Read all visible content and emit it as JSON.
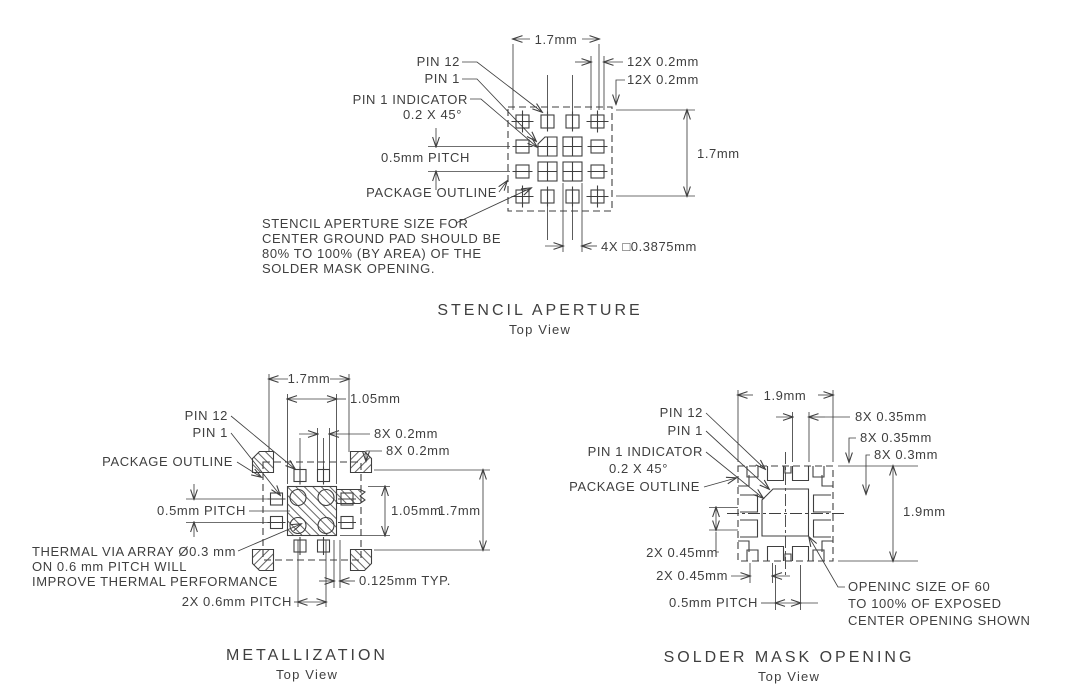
{
  "colors": {
    "ink": "#3f3f3f",
    "background": "#ffffff"
  },
  "stencil": {
    "title": "STENCIL APERTURE",
    "subtitle": "Top View",
    "dim_top_width": "1.7mm",
    "pin12": "PIN 12",
    "pin1": "PIN 1",
    "pin1_indicator": "PIN 1 INDICATOR",
    "pin1_indicator_angle": "0.2 X 45°",
    "dim_pad_width": "12X 0.2mm",
    "dim_pad_height": "12X 0.2mm",
    "dim_right_height": "1.7mm",
    "pitch": "0.5mm PITCH",
    "package_outline": "PACKAGE OUTLINE",
    "note1": "STENCIL APERTURE SIZE FOR",
    "note2": "CENTER GROUND PAD SHOULD BE",
    "note3": "80% TO 100% (BY AREA) OF THE",
    "note4": "SOLDER MASK OPENING.",
    "dim_center": "4X □0.3875mm"
  },
  "metallization": {
    "title": "METALLIZATION",
    "subtitle": "Top View",
    "dim_top_width": "1.7mm",
    "dim_top_inner": "1.05mm",
    "pin12": "PIN 12",
    "pin1": "PIN 1",
    "dim_pad_width": "8X 0.2mm",
    "dim_pad_height": "8X 0.2mm",
    "package_outline": "PACKAGE OUTLINE",
    "pitch": "0.5mm PITCH",
    "dim_center_height": "1.05mm",
    "dim_right_height": "1.7mm",
    "thermal1": "THERMAL VIA ARRAY Ø0.3 mm",
    "thermal2": "ON 0.6 mm PITCH WILL",
    "thermal3": "IMPROVE THERMAL PERFORMANCE",
    "via_pitch": "2X 0.6mm PITCH",
    "dim_typ": "0.125mm TYP."
  },
  "solder_mask": {
    "title": "SOLDER MASK OPENING",
    "subtitle": "Top View",
    "dim_top_width": "1.9mm",
    "pin12": "PIN 12",
    "pin1": "PIN 1",
    "pin1_indicator": "PIN 1 INDICATOR",
    "pin1_indicator_angle": "0.2 X 45°",
    "package_outline": "PACKAGE OUTLINE",
    "dim_open_width": "8X 0.35mm",
    "dim_open_height": "8X 0.35mm",
    "dim_open_side": "8X 0.3mm",
    "dim_right_height": "1.9mm",
    "dim_corner_1": "2X 0.45mm",
    "dim_corner_2": "2X 0.45mm",
    "pitch": "0.5mm PITCH",
    "note1": "OPENINC SIZE OF 60",
    "note2": "TO 100% OF EXPOSED",
    "note3": "CENTER OPENING SHOWN"
  }
}
